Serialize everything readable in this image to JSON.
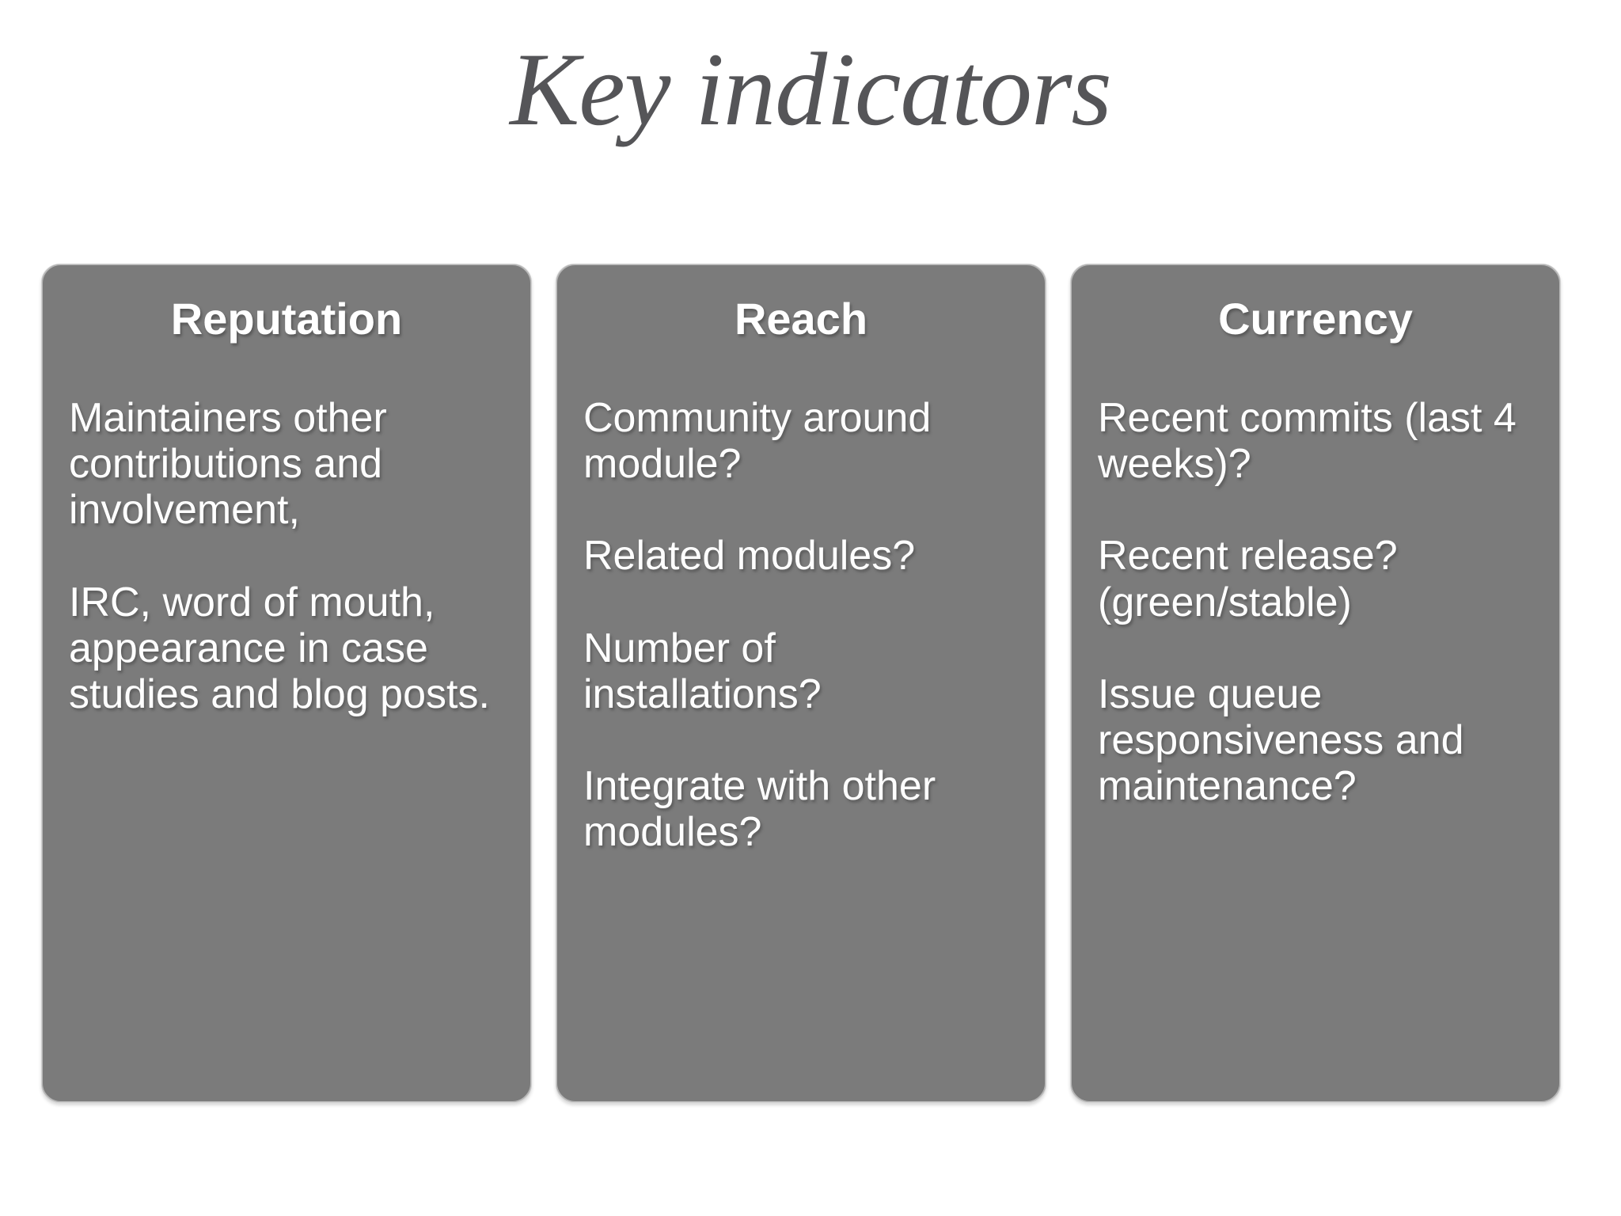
{
  "slide": {
    "title": "Key indicators",
    "background_color": "#ffffff",
    "title_color": "#555558",
    "card_color": "#7b7b7b",
    "card_border_color": "#cfcfcf",
    "card_text_color": "#ffffff"
  },
  "cards": [
    {
      "title": "Reputation",
      "paragraphs": [
        "Maintainers other contributions and involvement,",
        "IRC, word of mouth, appearance in case studies and blog posts."
      ]
    },
    {
      "title": "Reach",
      "paragraphs": [
        "Community around module?",
        "Related modules?",
        "Number of installations?",
        "Integrate with other modules?"
      ]
    },
    {
      "title": "Currency",
      "paragraphs": [
        "Recent commits (last 4 weeks)?",
        "Recent release? (green/stable)",
        "Issue queue responsiveness and maintenance?"
      ]
    }
  ]
}
